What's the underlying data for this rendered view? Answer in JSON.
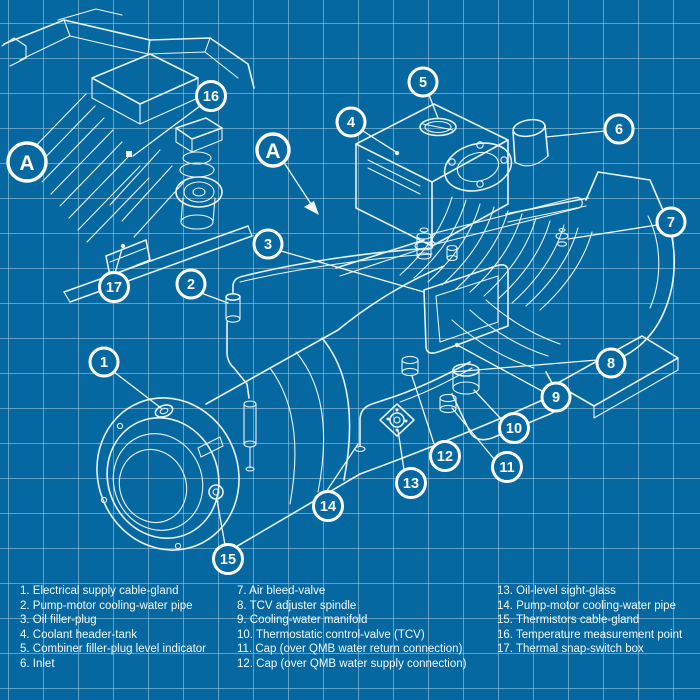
{
  "diagram": {
    "kind": "blueprint-technical-diagram",
    "subject": "vacuum pump labeled parts",
    "detail_view_label": "A"
  },
  "colors": {
    "background": "#0668A0",
    "grid": "#AACDE4",
    "line_work": "#E9F3FA",
    "text": "#FFFFFF"
  },
  "callouts": [
    "1",
    "2",
    "3",
    "4",
    "5",
    "6",
    "7",
    "8",
    "9",
    "10",
    "11",
    "12",
    "13",
    "14",
    "15",
    "16",
    "17",
    "A",
    "A"
  ],
  "legend": {
    "col1": [
      "1. Electrical supply cable-gland",
      "2. Pump-motor cooling-water pipe",
      "3. Oil filler-plug",
      "4. Coolant header-tank",
      "5. Combiner filler-plug level indicator",
      "6. Inlet"
    ],
    "col2": [
      "7. Air bleed-valve",
      "8. TCV adjuster spindle",
      "9. Cooling-water manifold",
      "10. Thermostatic control-valve (TCV)",
      "11. Cap (over QMB water return connection)",
      "12. Cap (over QMB water supply connection)"
    ],
    "col3": [
      "13. Oil-level sight-glass",
      "14. Pump-motor cooling-water pipe",
      "15. Thermistors cable-gland",
      "16. Temperature measurement point",
      "17. Thermal snap-switch box"
    ]
  }
}
